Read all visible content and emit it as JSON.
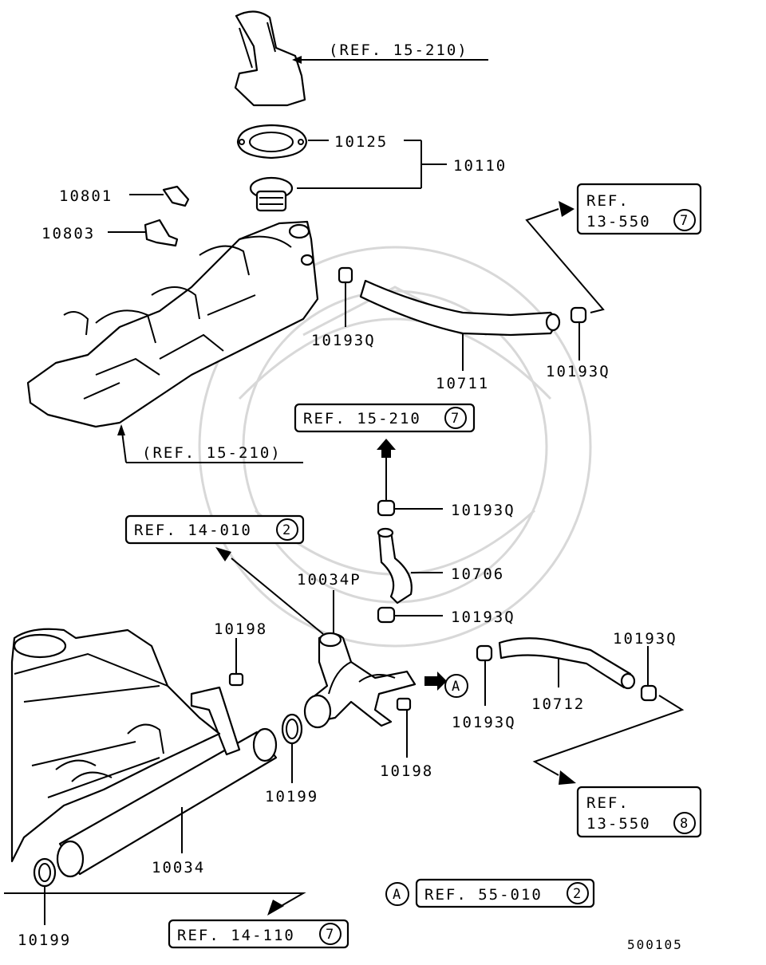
{
  "labels": {
    "l10125": "10125",
    "l10110": "10110",
    "l10801": "10801",
    "l10803": "10803",
    "l10193q_a": "10193Q",
    "l10711": "10711",
    "l10193q_b": "10193Q",
    "l10193q_c": "10193Q",
    "l10706": "10706",
    "l10193q_d": "10193Q",
    "l10034p": "10034P",
    "l10198_a": "10198",
    "l10198_b": "10198",
    "l10193q_e": "10193Q",
    "l10712": "10712",
    "l10193q_f": "10193Q",
    "l10199_a": "10199",
    "l10034": "10034",
    "l10199_b": "10199",
    "diagram_code": "500105"
  },
  "refs": {
    "ref_15_210_top": "(REF. 15-210)",
    "ref_15_210_left": "(REF. 15-210)",
    "ref_13_550_7_line1": "REF.",
    "ref_13_550_7_line2": "13-550",
    "ref_13_550_7_num": "7",
    "ref_15_210_7_text": "REF. 15-210",
    "ref_15_210_7_num": "7",
    "ref_14_010_2_text": "REF. 14-010",
    "ref_14_010_2_num": "2",
    "ref_13_550_8_line1": "REF.",
    "ref_13_550_8_line2": "13-550",
    "ref_13_550_8_num": "8",
    "ref_55_010_2_text": "REF. 55-010",
    "ref_55_010_2_num": "2",
    "ref_14_110_7_text": "REF. 14-110",
    "ref_14_110_7_num": "7",
    "marker_a_arrow": "A",
    "marker_a_ref": "A"
  }
}
